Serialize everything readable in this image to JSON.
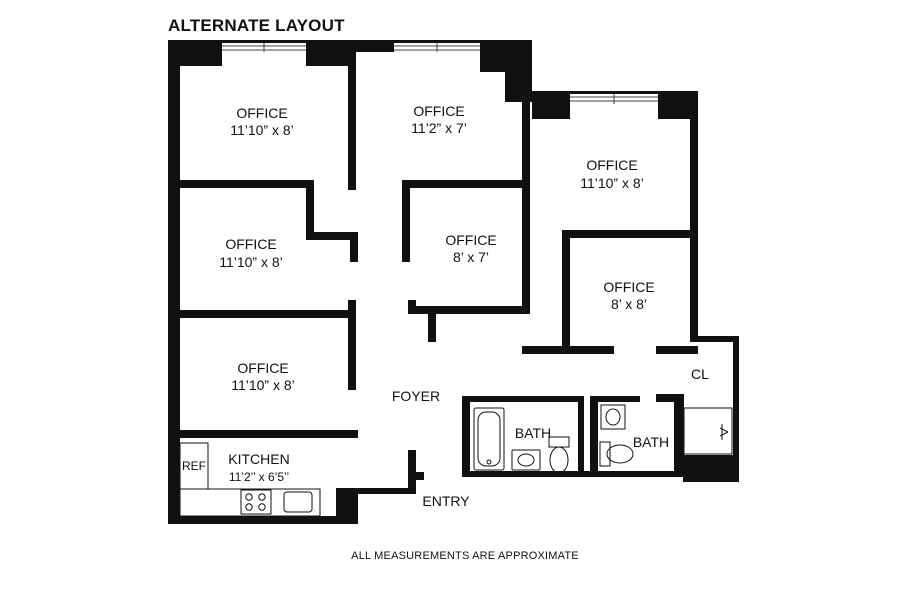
{
  "title": "ALTERNATE LAYOUT",
  "footnote": "ALL MEASUREMENTS ARE APPROXIMATE",
  "rooms": {
    "office_nw": {
      "name": "OFFICE",
      "size": "11’10”  x  8’"
    },
    "office_n": {
      "name": "OFFICE",
      "size": "11’2”  x  7’"
    },
    "office_ne": {
      "name": "OFFICE",
      "size": "11’10”  x  8’"
    },
    "office_w": {
      "name": "OFFICE",
      "size": "11’10”  x  8’"
    },
    "office_center": {
      "name": "OFFICE",
      "size": "8’  x  7’"
    },
    "office_e": {
      "name": "OFFICE",
      "size": "8’  x  8’"
    },
    "office_sw": {
      "name": "OFFICE",
      "size": "11’10”  x  8’"
    },
    "foyer": {
      "name": "FOYER"
    },
    "closet": {
      "name": "CL"
    },
    "bath_1": {
      "name": "BATH"
    },
    "bath_2": {
      "name": "BATH"
    },
    "kitchen": {
      "name": "KITCHEN",
      "size": "11’2’’ x 6’5’’"
    },
    "refrigerator": {
      "name": "REF"
    },
    "entry": {
      "name": "ENTRY"
    }
  }
}
